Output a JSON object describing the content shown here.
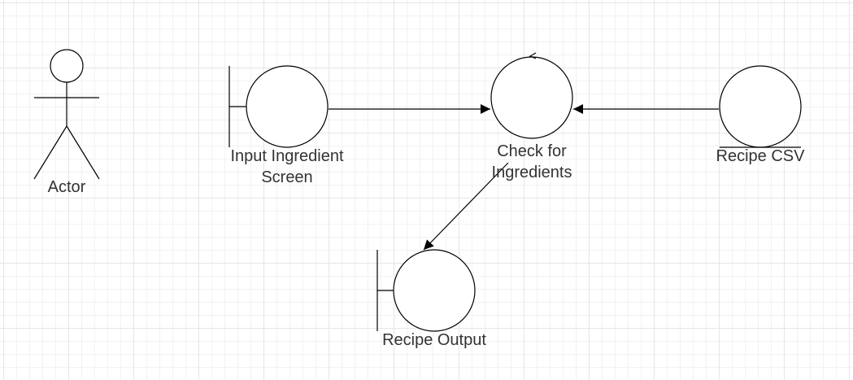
{
  "diagram": {
    "actor": {
      "label": "Actor",
      "icon": "stick-figure-actor"
    },
    "nodes": [
      {
        "id": "input_screen",
        "kind": "boundary",
        "label_line1": "Input Ingredient",
        "label_line2": "Screen"
      },
      {
        "id": "check",
        "kind": "control",
        "label_line1": "Check for",
        "label_line2": "Ingredients"
      },
      {
        "id": "recipe_csv",
        "kind": "entity",
        "label_line1": "Recipe CSV"
      },
      {
        "id": "recipe_output",
        "kind": "boundary",
        "label_line1": "Recipe Output"
      }
    ],
    "edges": [
      {
        "from": "input_screen",
        "to": "check"
      },
      {
        "from": "recipe_csv",
        "to": "check"
      },
      {
        "from": "check",
        "to": "recipe_output"
      }
    ],
    "colors": {
      "stroke": "#000000",
      "text": "#333333",
      "grid": "#e6e6e6"
    }
  }
}
